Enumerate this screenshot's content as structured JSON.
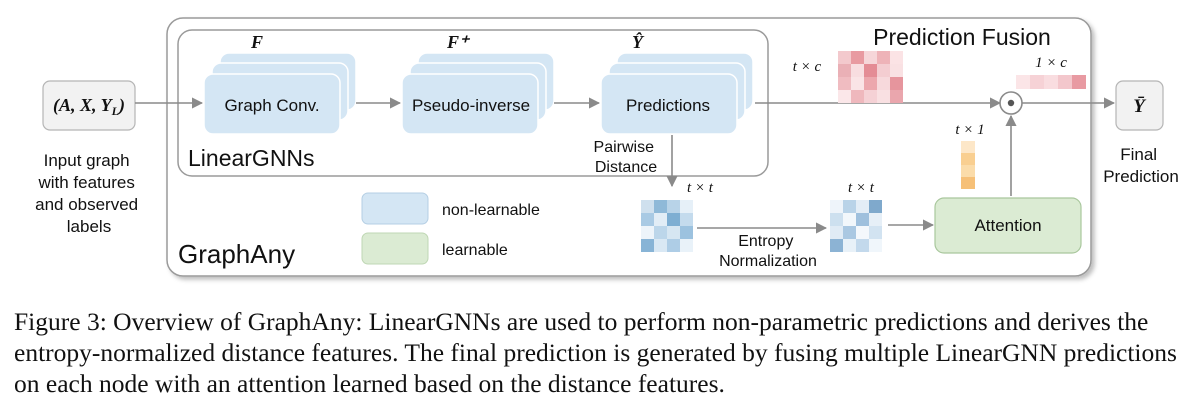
{
  "input": {
    "symbol": "(A, X, Y_L)",
    "caption_lines": [
      "Input graph",
      "with features",
      "and observed",
      "labels"
    ]
  },
  "lineargnn": {
    "group_label": "LinearGNNs",
    "graph_conv": {
      "label": "Graph Conv.",
      "symbol": "F"
    },
    "pseudo_inverse": {
      "label": "Pseudo-inverse",
      "symbol": "F⁺"
    },
    "predictions": {
      "label": "Predictions",
      "symbol": "Ŷ"
    }
  },
  "outer_label": "GraphAny",
  "pairwise_distance": [
    "Pairwise",
    "Distance"
  ],
  "entropy_normalization": [
    "Entropy",
    "Normalization"
  ],
  "attention": {
    "label": "Attention"
  },
  "prediction_fusion": {
    "label": "Prediction Fusion"
  },
  "dims": {
    "t_by_c": "t × c",
    "one_by_c": "1 × c",
    "t_by_1": "t × 1",
    "t_by_t_left": "t × t",
    "t_by_t_right": "t × t"
  },
  "output": {
    "symbol": "Ȳ",
    "caption_lines": [
      "Final",
      "Prediction"
    ]
  },
  "legend": [
    {
      "label": "non-learnable",
      "color": "#d4e6f4"
    },
    {
      "label": "learnable",
      "color": "#dbebd3"
    }
  ],
  "caption": "Figure 3: Overview of GraphAny: LinearGNNs are used to perform non-parametric predictions and derives the entropy-normalized distance features. The final prediction is generated by fusing multiple LinearGNN predictions on each node with an attention learned based on the distance features.",
  "colors": {
    "box_blue": "#d4e6f4",
    "box_green": "#dbebd3",
    "box_gray": "#f2f2f2",
    "arrow": "#8a8a8a"
  }
}
